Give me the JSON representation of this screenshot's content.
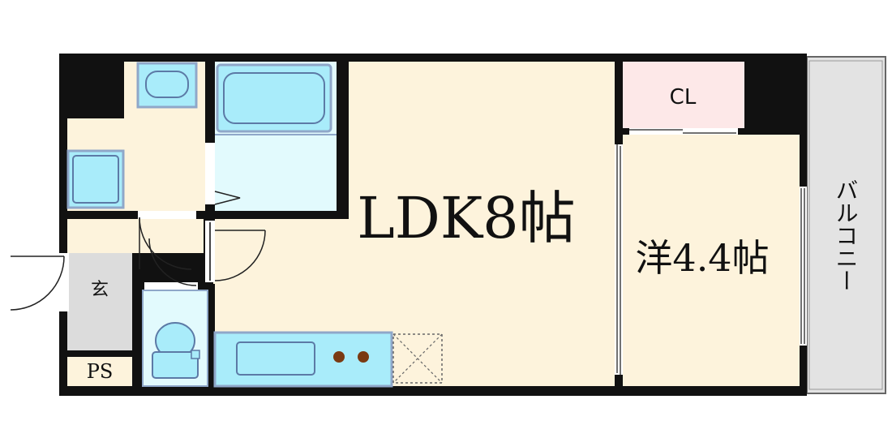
{
  "rooms": {
    "ldk": "LDK8帖",
    "western": "洋4.4帖",
    "closet": "CL",
    "entrance": "玄",
    "pipe_space": "PS",
    "balcony": "バルコニー"
  },
  "colors": {
    "floor": "#fdf3dc",
    "wet_area": "#e2fafd",
    "fixture": "#a9ecfa",
    "fixture_frame": "#8fa7c9",
    "closet": "#fde8e8",
    "entrance": "#dcdcdc",
    "balcony": "#e3e3e3",
    "wall": "#111111",
    "stove_burner": "#7a3a12"
  }
}
